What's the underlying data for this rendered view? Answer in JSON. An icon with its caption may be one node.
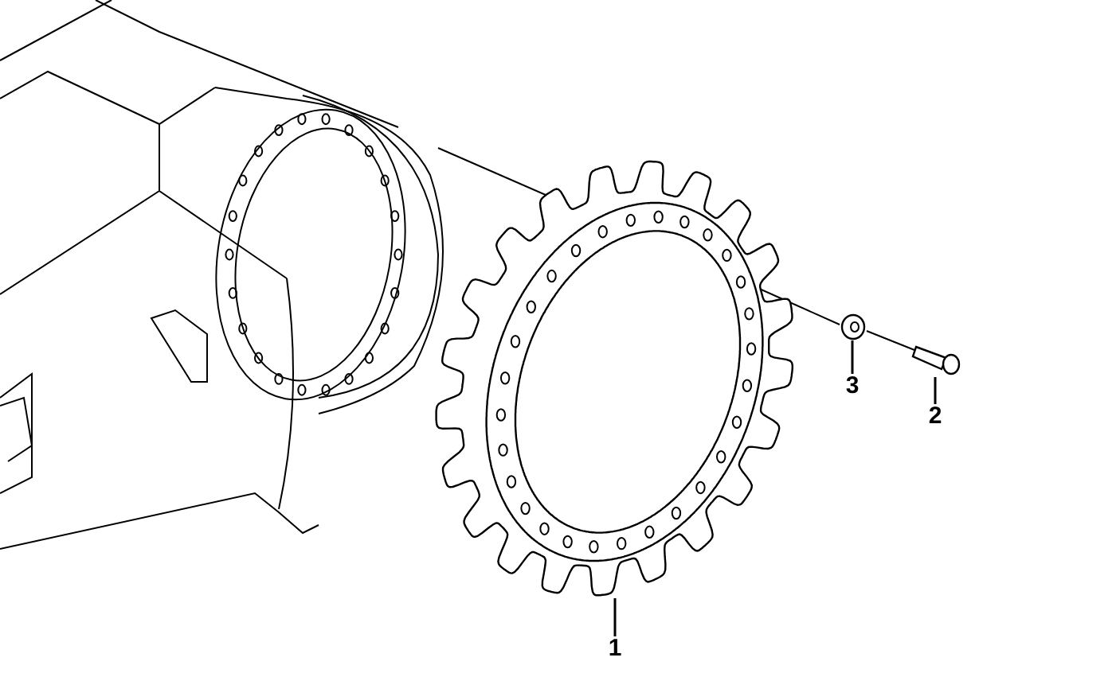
{
  "diagram": {
    "nodes": [
      {
        "text": [
          "1"
        ]
      },
      {
        "text": [
          "3"
        ]
      },
      {
        "text": [
          "2"
        ]
      },
      {
        "text": [],
        "shape": "picture"
      },
      {
        "text": [],
        "shape": "picture"
      },
      {
        "text": [],
        "shape": "picture"
      }
    ],
    "edges": [
      {
        "from": 0,
        "to": 3,
        "arrow": "none"
      },
      {
        "from": 1,
        "to": 4,
        "arrow": "none"
      },
      {
        "from": 2,
        "to": 5,
        "arrow": "none"
      },
      {
        "from": 3,
        "to": 4,
        "arrow": "none"
      },
      {
        "from": 4,
        "to": 5,
        "arrow": "none"
      }
    ]
  }
}
